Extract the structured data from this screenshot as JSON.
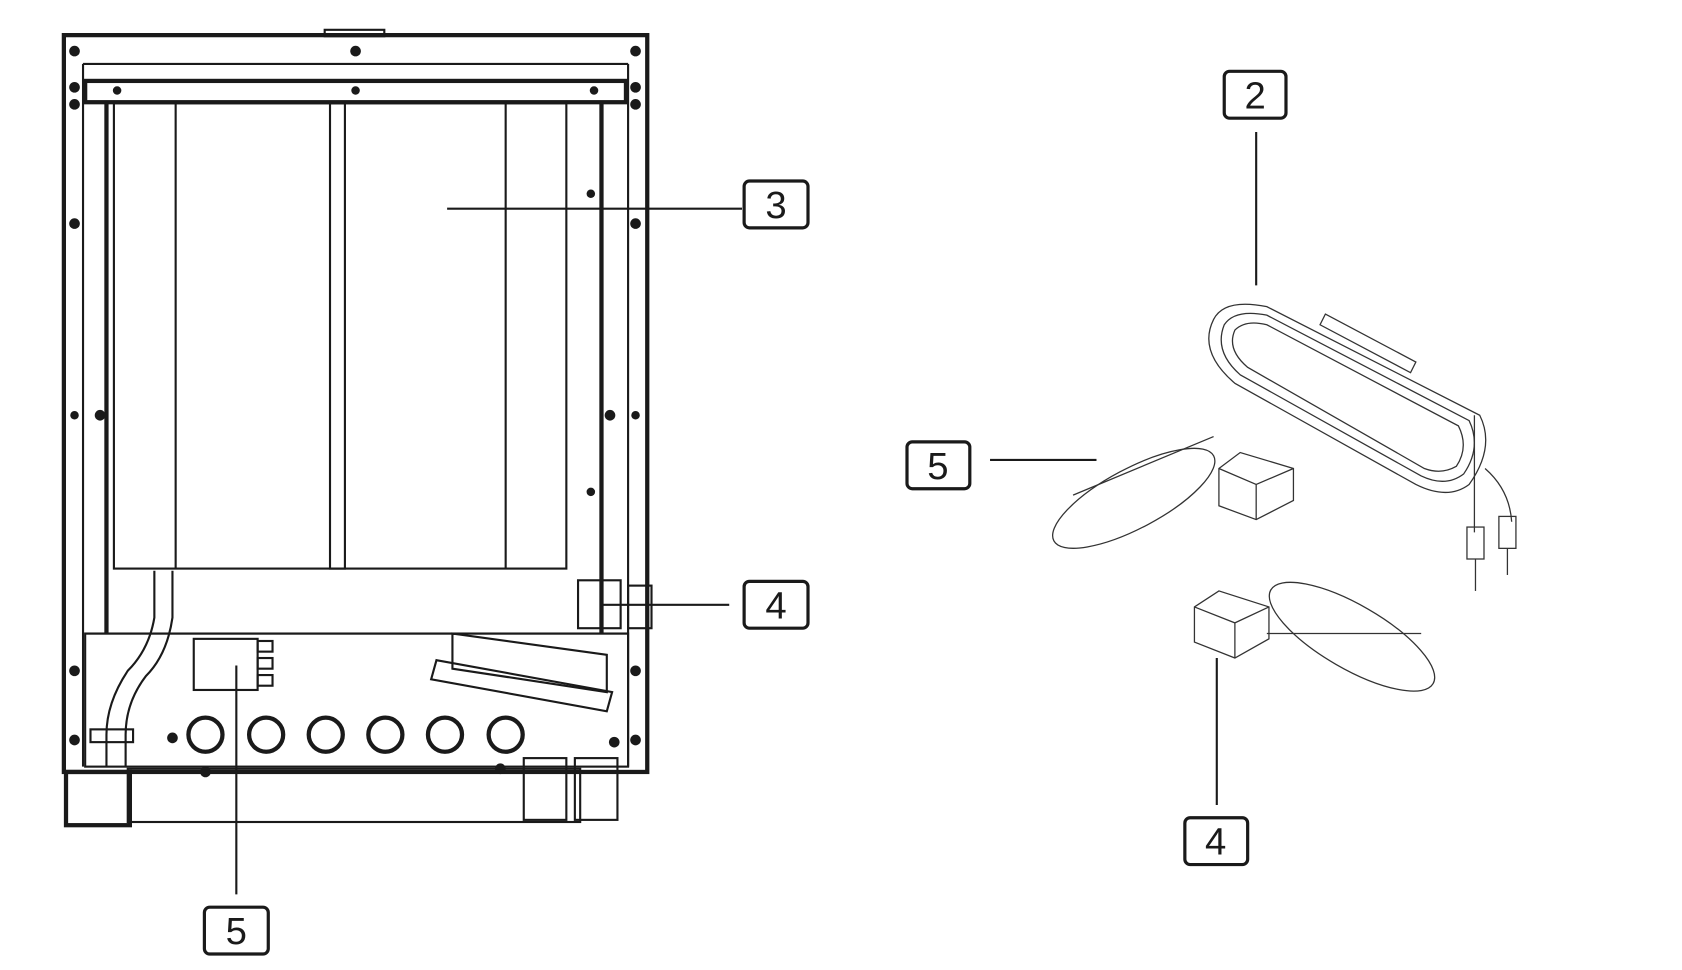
{
  "callouts": {
    "left_3": "3",
    "left_4": "4",
    "left_5": "5",
    "right_2": "2",
    "right_5": "5",
    "right_4": "4"
  },
  "colors": {
    "line": "#1a1a1a",
    "background": "#ffffff"
  }
}
